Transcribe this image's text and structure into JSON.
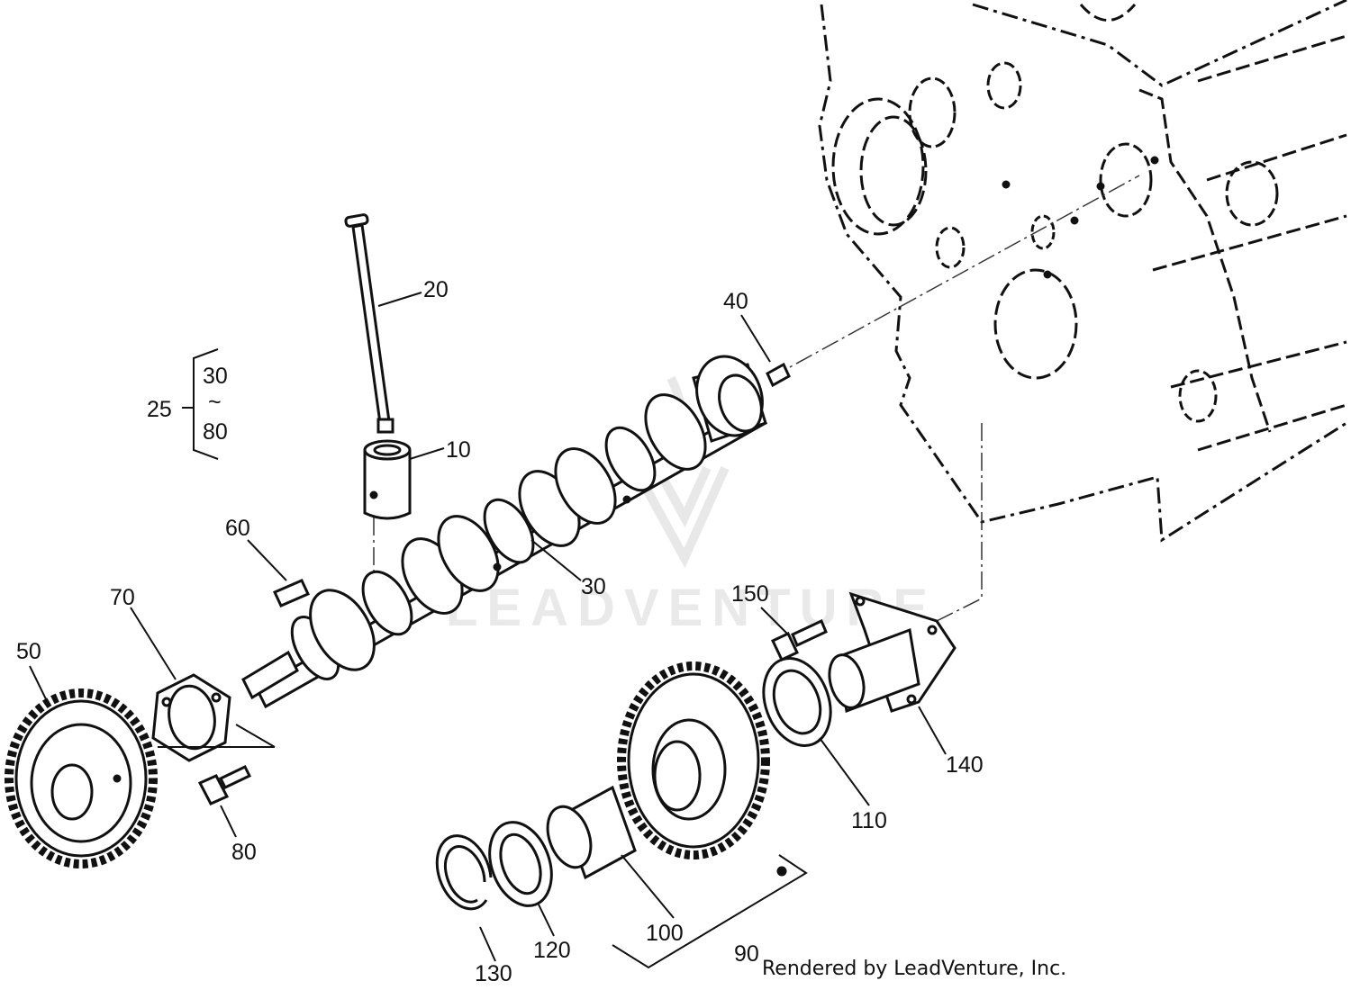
{
  "watermark_text": "LEADVENTURE",
  "footer_text": "Rendered by LeadVenture, Inc.",
  "group_bracket": {
    "label": "25",
    "top": "30",
    "sep": "~",
    "bottom": "80"
  },
  "parts": [
    {
      "id": "10",
      "label": "10"
    },
    {
      "id": "20",
      "label": "20"
    },
    {
      "id": "30",
      "label": "30"
    },
    {
      "id": "40",
      "label": "40"
    },
    {
      "id": "50",
      "label": "50"
    },
    {
      "id": "60",
      "label": "60"
    },
    {
      "id": "70",
      "label": "70"
    },
    {
      "id": "80",
      "label": "80"
    },
    {
      "id": "90",
      "label": "90"
    },
    {
      "id": "100",
      "label": "100"
    },
    {
      "id": "110",
      "label": "110"
    },
    {
      "id": "120",
      "label": "120"
    },
    {
      "id": "130",
      "label": "130"
    },
    {
      "id": "140",
      "label": "140"
    },
    {
      "id": "150",
      "label": "150"
    }
  ]
}
